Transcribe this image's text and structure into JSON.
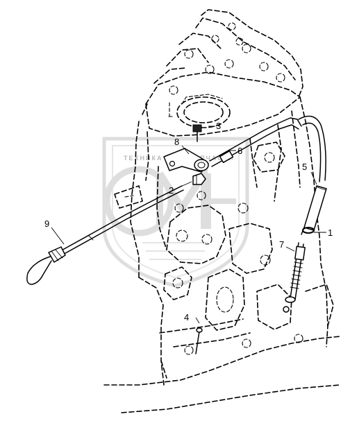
{
  "diagram": {
    "callouts": [
      {
        "id": "1",
        "label": "1"
      },
      {
        "id": "2",
        "label": "2"
      },
      {
        "id": "3",
        "label": "3"
      },
      {
        "id": "4",
        "label": "4"
      },
      {
        "id": "5",
        "label": "5"
      },
      {
        "id": "6",
        "label": "6"
      },
      {
        "id": "7",
        "label": "7"
      },
      {
        "id": "8",
        "label": "8"
      },
      {
        "id": "9",
        "label": "9"
      }
    ]
  },
  "watermark": {
    "top_text": "ТЕХНИКА",
    "top_text_right": "ЗАПЧАСТИ",
    "logo_letters": "ЭМ",
    "color": "#b9b9b9"
  }
}
